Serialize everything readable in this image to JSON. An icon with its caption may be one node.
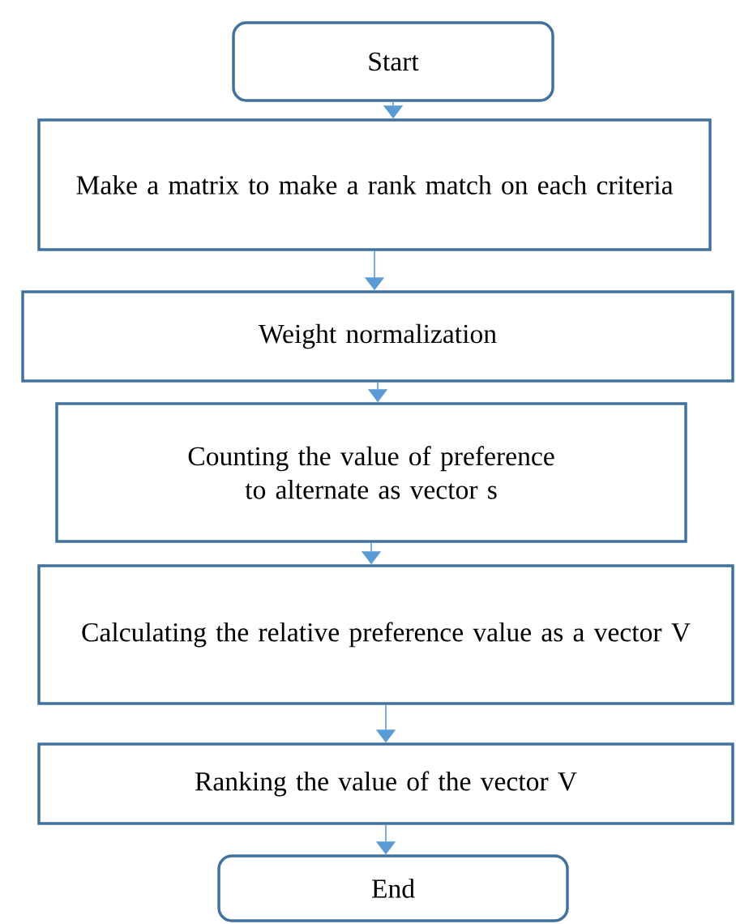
{
  "diagram": {
    "nodes": [
      {
        "text": [
          "Start"
        ]
      },
      {
        "text": [
          "Make a matrix to make a rank match on each criteria"
        ]
      },
      {
        "text": [
          "Weight normalization"
        ]
      },
      {
        "text": [
          "Counting the value of preference to alternate as vector s"
        ]
      },
      {
        "text": [
          "Calculating the relative preference value as a vector V"
        ]
      },
      {
        "text": [
          "Ranking the value of the vector V"
        ]
      },
      {
        "text": [
          "End"
        ]
      }
    ],
    "edges": [
      {
        "from": 0,
        "to": 1,
        "arrow": "to"
      },
      {
        "from": 1,
        "to": 2,
        "arrow": "to"
      },
      {
        "from": 2,
        "to": 3,
        "arrow": "to"
      },
      {
        "from": 3,
        "to": 4,
        "arrow": "to"
      },
      {
        "from": 4,
        "to": 5,
        "arrow": "to"
      },
      {
        "from": 5,
        "to": 6,
        "arrow": "to"
      }
    ]
  }
}
